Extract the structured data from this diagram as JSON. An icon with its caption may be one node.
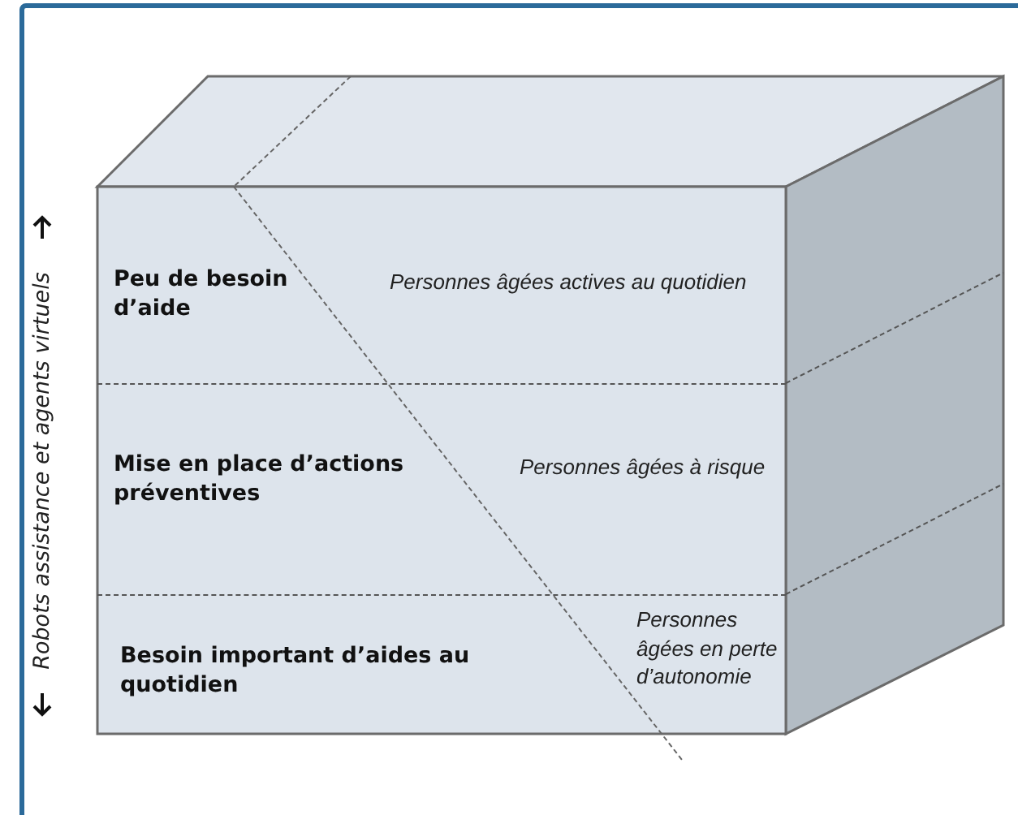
{
  "diagram": {
    "nodes": [
      {
        "text": [
          "Peu de  besoin d’aide",
          "Personnes âgées actives au quotidien"
        ]
      },
      {
        "text": [
          "Mise en place d’actions préventives",
          "Personnes âgées  à risque"
        ]
      },
      {
        "text": [
          "Besoin important d’aides au quotidien",
          "Personnes âgées en perte d’autonomie"
        ]
      }
    ],
    "labels": [
      "Robots assistance et agents virtuels"
    ]
  }
}
